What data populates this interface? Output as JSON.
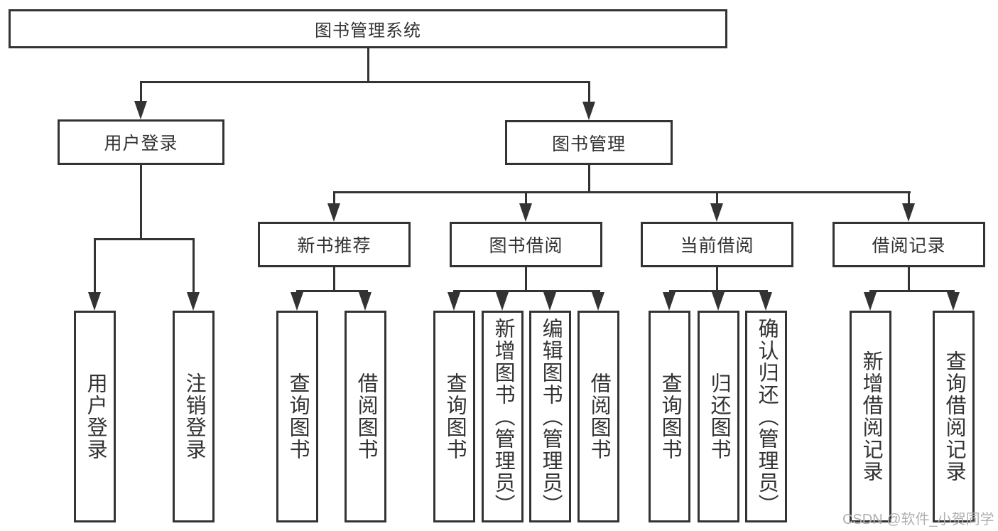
{
  "diagram": {
    "title": "图书管理系统",
    "root": {
      "label": "图书管理系统"
    },
    "level2": [
      {
        "label": "用户登录"
      },
      {
        "label": "图书管理"
      }
    ],
    "level3": [
      {
        "label": "新书推荐"
      },
      {
        "label": "图书借阅"
      },
      {
        "label": "当前借阅"
      },
      {
        "label": "借阅记录"
      }
    ],
    "leaves": [
      {
        "label": "用户登录"
      },
      {
        "label": "注销登录"
      },
      {
        "label": "查询图书"
      },
      {
        "label": "借阅图书"
      },
      {
        "label": "查询图书"
      },
      {
        "label": "新增图书（管理员）"
      },
      {
        "label": "编辑图书（管理员）"
      },
      {
        "label": "借阅图书"
      },
      {
        "label": "查询图书"
      },
      {
        "label": "归还图书"
      },
      {
        "label": "确认归还（管理员）"
      },
      {
        "label": "新增借阅记录"
      },
      {
        "label": "查询借阅记录"
      }
    ]
  },
  "colors": {
    "line": "#333333",
    "text": "#333333",
    "watermark": "#b0b0b0",
    "background": "#ffffff"
  },
  "watermark": {
    "text": "CSDN @软件_小贺同学"
  }
}
